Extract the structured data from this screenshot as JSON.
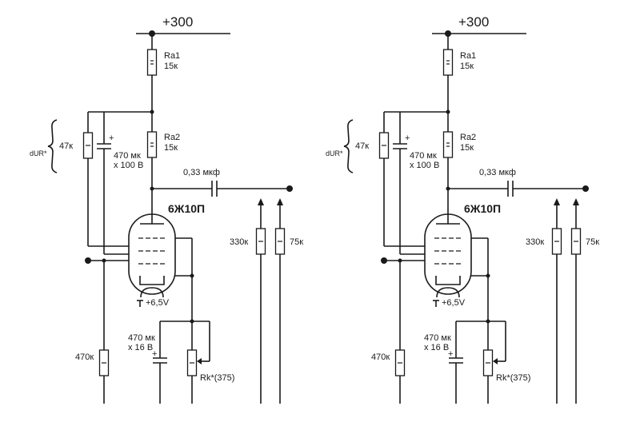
{
  "left": {
    "supply": "+300",
    "ra1_name": "Ra1",
    "ra1_value": "15к",
    "ra2_name": "Ra2",
    "ra2_value": "15к",
    "r47_value": "47к",
    "dur_label": "dUR*",
    "c_top_value": "470 мк",
    "c_top_voltage": "x 100 В",
    "c_top_plus": "+",
    "c_out_value": "0,33 мкф",
    "tube": "6Ж10П",
    "heater": "+6,5V",
    "r330_value": "330к",
    "r75_value": "75к",
    "r470_value": "470к",
    "c_k_value": "470 мк",
    "c_k_voltage": "x 16 В",
    "c_k_plus": "+",
    "rk_value": "Rk*(375)"
  },
  "right": {
    "supply": "+300",
    "ra1_name": "Ra1",
    "ra1_value": "15к",
    "ra2_name": "Ra2",
    "ra2_value": "15к",
    "r47_value": "47к",
    "dur_label": "dUR*",
    "c_top_value": "470 мк",
    "c_top_voltage": "x 100 В",
    "c_top_plus": "+",
    "c_out_value": "0,33 мкф",
    "tube": "6Ж10П",
    "heater": "+6,5V",
    "r330_value": "330к",
    "r75_value": "75к",
    "r470_value": "470к",
    "c_k_value": "470 мк",
    "c_k_voltage": "x 16 В",
    "c_k_plus": "+",
    "rk_value": "Rk*(375)"
  }
}
